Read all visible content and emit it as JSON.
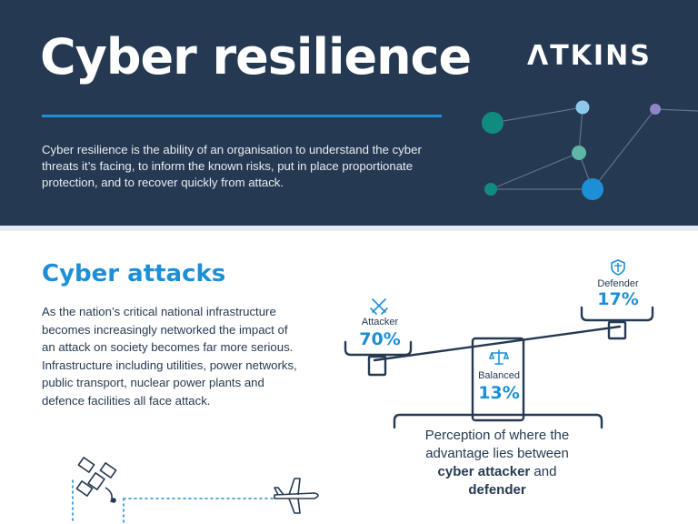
{
  "hero": {
    "title": "Cyber resilience",
    "logo": "ΛTKINS",
    "description": "Cyber resilience is the ability of an organisation to understand the cyber threats it’s facing, to inform the known risks, put in place proportionate protection, and to recover quickly from attack."
  },
  "attacks": {
    "title": "Cyber attacks",
    "body": "As the nation’s critical national infrastructure becomes increasingly networked the impact of an attack on society becomes far more serious. Infrastructure including utilities, power networks, public transport, nuclear power plants and defence facilities all face attack."
  },
  "perception": {
    "attacker": {
      "label": "Attacker",
      "value": "70%",
      "icon": "crossed-swords-icon"
    },
    "defender": {
      "label": "Defender",
      "value": "17%",
      "icon": "shield-icon"
    },
    "balanced": {
      "label": "Balanced",
      "value": "13%",
      "icon": "scales-icon"
    },
    "caption_line1": "Perception of where the",
    "caption_line2": "advantage lies between",
    "caption_bold1": "cyber attacker",
    "caption_and": " and",
    "caption_bold2": "defender"
  },
  "colors": {
    "navy": "#253a52",
    "blue": "#1d8fd6",
    "teal": "#0f8c7e",
    "light_teal": "#5fb5a6",
    "light_blue": "#8ec9ec",
    "purple": "#8f86c4"
  }
}
